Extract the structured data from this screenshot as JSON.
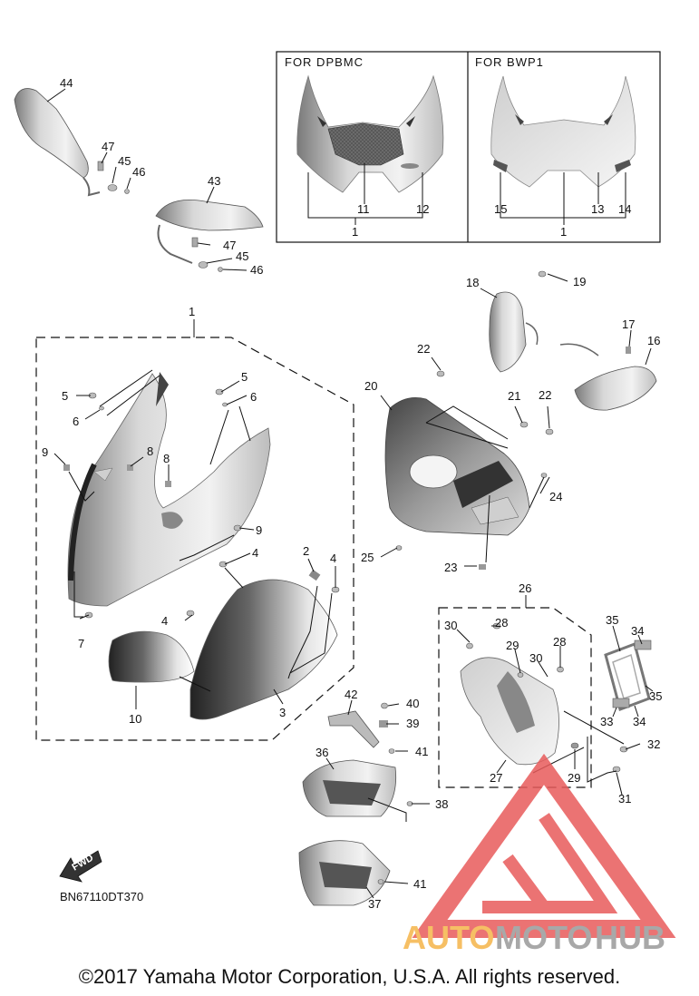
{
  "document_id": "BN67110DT370",
  "copyright": "©2017 Yamaha Motor Corporation, U.S.A. All rights reserved.",
  "watermark": {
    "part1": "AUTO",
    "part2": "MOTO",
    "part3": "HUB",
    "color_primary": "#f5b54a",
    "color_secondary": "#e85b5b",
    "color_tertiary": "#9a9a9a"
  },
  "fwd_label": "FWD",
  "variants": [
    {
      "title": "FOR  DPBMC"
    },
    {
      "title": "FOR  BWP1"
    }
  ],
  "callouts": {
    "c1": "1",
    "c2": "2",
    "c3": "3",
    "c4": "4",
    "c5": "5",
    "c6": "6",
    "c7": "7",
    "c8": "8",
    "c9": "9",
    "c10": "10",
    "c11": "11",
    "c12": "12",
    "c13": "13",
    "c14": "14",
    "c15": "15",
    "c16": "16",
    "c17": "17",
    "c18": "18",
    "c19": "19",
    "c20": "20",
    "c21": "21",
    "c22": "22",
    "c23": "23",
    "c24": "24",
    "c25": "25",
    "c26": "26",
    "c27": "27",
    "c28": "28",
    "c29": "29",
    "c30": "30",
    "c31": "31",
    "c32": "32",
    "c33": "33",
    "c34": "34",
    "c35": "35",
    "c36": "36",
    "c37": "37",
    "c38": "38",
    "c39": "39",
    "c40": "40",
    "c41": "41",
    "c42": "42",
    "c43": "43",
    "c44": "44",
    "c45": "45",
    "c46": "46",
    "c47": "47"
  }
}
